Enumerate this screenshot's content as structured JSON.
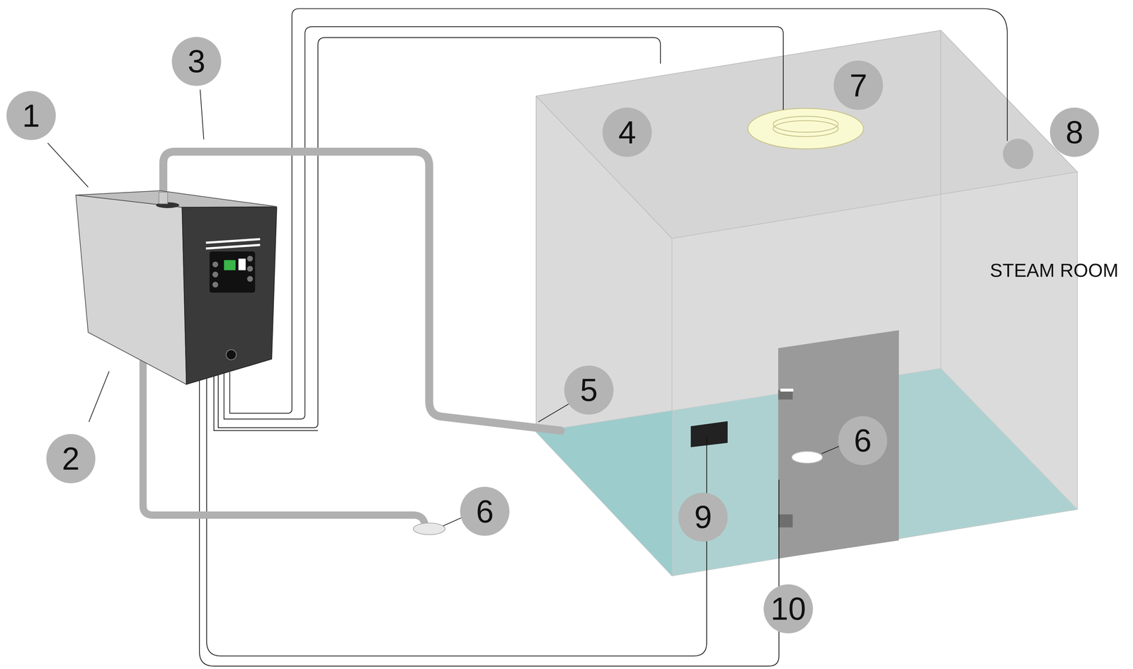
{
  "diagram": {
    "nodes": [
      {
        "text": [
          "1"
        ]
      },
      {
        "text": [
          "2"
        ]
      },
      {
        "text": [
          "3"
        ]
      },
      {
        "text": [
          "4"
        ]
      },
      {
        "text": [
          "5"
        ]
      },
      {
        "text": [
          "6"
        ]
      },
      {
        "text": [
          "6"
        ]
      },
      {
        "text": [
          "7"
        ]
      },
      {
        "text": [
          "8"
        ]
      },
      {
        "text": [
          "9"
        ]
      },
      {
        "text": [
          "10"
        ]
      }
    ],
    "labels": [
      "STEAM ROOM"
    ]
  }
}
